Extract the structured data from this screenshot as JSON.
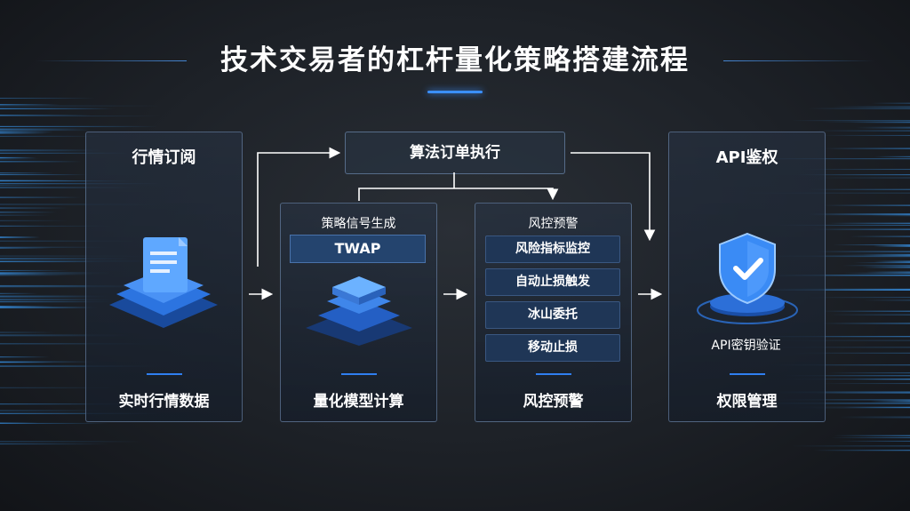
{
  "title": "技术交易者的杠杆量化策略搭建流程",
  "top_box": "算法订单执行",
  "panels": {
    "market": {
      "title": "行情订阅",
      "footer": "实时行情数据",
      "icon": "document-stack-icon"
    },
    "model": {
      "small_title": "策略信号生成",
      "tag": "TWAP",
      "footer": "量化模型计算",
      "icon": "layer-stack-icon"
    },
    "risk": {
      "small_title": "风控预警",
      "items": [
        "风险指标监控",
        "自动止损触发",
        "冰山委托",
        "移动止损"
      ],
      "footer": "风控预警"
    },
    "auth": {
      "title": "API鉴权",
      "sublabel": "API密钥验证",
      "footer": "权限管理",
      "icon": "shield-check-icon"
    }
  },
  "colors": {
    "accent": "#2f7ff0",
    "background": "#1d2127"
  }
}
